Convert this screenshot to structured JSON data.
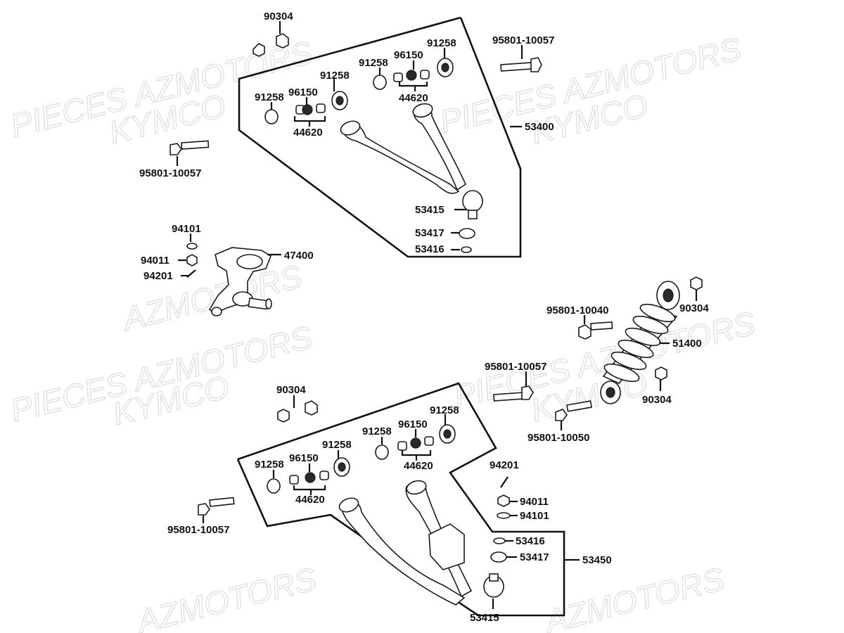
{
  "watermarks": {
    "pieces_azmotors": "PIECES AZMOTORS",
    "kymco": "KYMCO",
    "azmotors": "AZMOTORS"
  },
  "labels": {
    "upper_90304": "90304",
    "upper_bolt_right": "95801-10057",
    "upper_91258_a": "91258",
    "upper_91258_b": "91258",
    "upper_91258_c": "91258",
    "upper_91258_d": "91258",
    "upper_96150_a": "96150",
    "upper_96150_b": "96150",
    "upper_44620_a": "44620",
    "upper_44620_b": "44620",
    "upper_arm": "53400",
    "upper_bolt_left": "95801-10057",
    "upper_balljoint": "53415",
    "upper_53417": "53417",
    "upper_53416": "53416",
    "knuckle_94101": "94101",
    "knuckle_94011": "94011",
    "knuckle_94201": "94201",
    "knuckle": "47400",
    "shock_bolt_top": "95801-10040",
    "shock_nut_top": "90304",
    "shock": "51400",
    "shock_nut_bottom": "90304",
    "lower_bolt_right": "95801-10057",
    "lower_90304": "90304",
    "lower_bolt_shock": "95801-10050",
    "lower_91258_a": "91258",
    "lower_91258_b": "91258",
    "lower_91258_c": "91258",
    "lower_91258_d": "91258",
    "lower_96150_a": "96150",
    "lower_96150_b": "96150",
    "lower_44620_a": "44620",
    "lower_44620_b": "44620",
    "lower_bolt_left": "95801-10057",
    "lower_94201": "94201",
    "lower_94011": "94011",
    "lower_94101": "94101",
    "lower_53416": "53416",
    "lower_53417": "53417",
    "lower_arm": "53450",
    "lower_balljoint": "53415"
  }
}
